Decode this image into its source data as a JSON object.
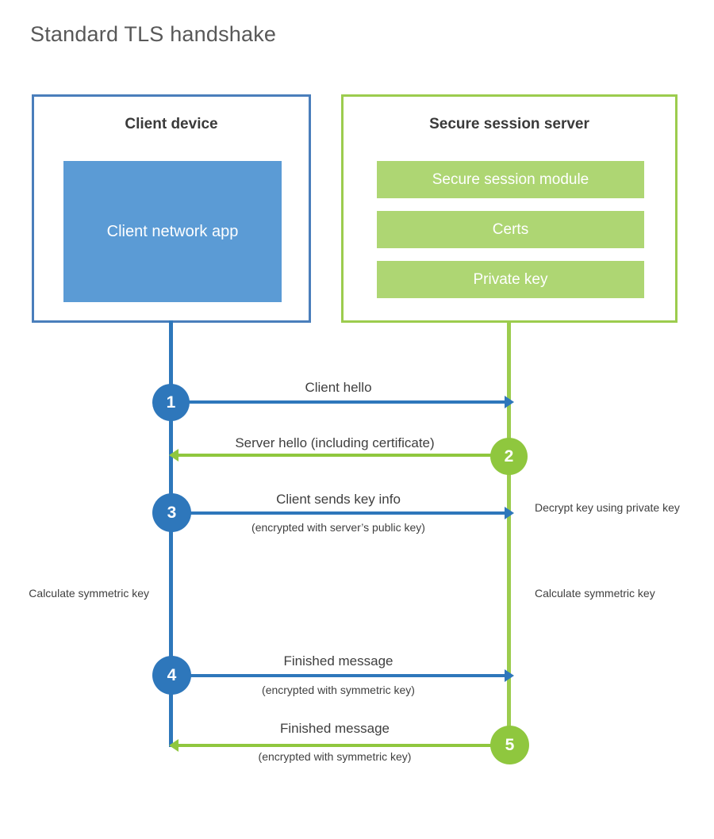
{
  "page": {
    "title": "Standard TLS handshake"
  },
  "colors": {
    "client_border": "#4a7ebb",
    "client_app_fill": "#5b9bd5",
    "client_accent": "#2e77bb",
    "server_border": "#9ccc4e",
    "server_module_fill": "#aed673",
    "server_accent": "#8fc73e",
    "text": "#3f3f3f",
    "title_text": "#585858",
    "background": "#ffffff"
  },
  "client": {
    "title": "Client device",
    "app_label": "Client network app"
  },
  "server": {
    "title": "Secure session server",
    "modules": [
      {
        "label": "Secure session module"
      },
      {
        "label": "Certs"
      },
      {
        "label": "Private key"
      }
    ]
  },
  "steps": [
    {
      "number": "1",
      "label": "Client hello",
      "sub": "",
      "direction": "client-to-server",
      "color": "blue"
    },
    {
      "number": "2",
      "label": "Server hello (including certificate)",
      "sub": "",
      "direction": "server-to-client",
      "color": "green"
    },
    {
      "number": "3",
      "label": "Client sends key info",
      "sub": "(encrypted with server’s public key)",
      "direction": "client-to-server",
      "color": "blue"
    },
    {
      "number": "4",
      "label": "Finished message",
      "sub": "(encrypted with symmetric key)",
      "direction": "client-to-server",
      "color": "blue"
    },
    {
      "number": "5",
      "label": "Finished message",
      "sub": "(encrypted with symmetric key)",
      "direction": "server-to-client",
      "color": "green"
    }
  ],
  "annotations": {
    "decrypt_note": "Decrypt key using private key",
    "calculate_symmetric_key_client": "Calculate symmetric key",
    "calculate_symmetric_key_server": "Calculate symmetric key"
  }
}
